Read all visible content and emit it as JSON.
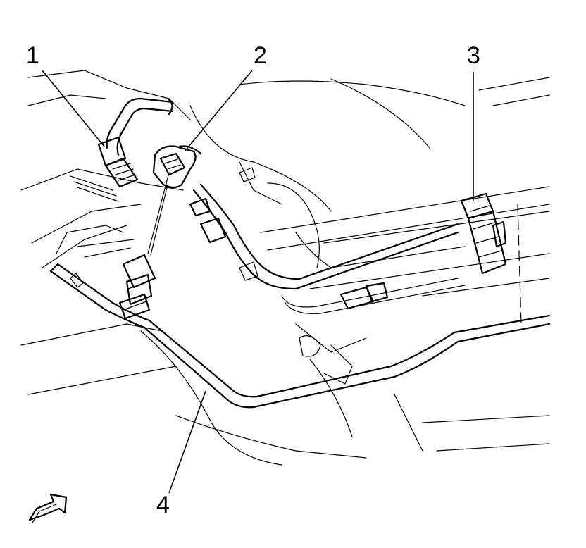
{
  "callouts": [
    {
      "id": "1",
      "label": "1"
    },
    {
      "id": "2",
      "label": "2"
    },
    {
      "id": "3",
      "label": "3"
    },
    {
      "id": "4",
      "label": "4"
    }
  ],
  "colors": {
    "ink": "#000000",
    "paper": "#ffffff"
  },
  "icons": {
    "direction": "arrow-icon"
  }
}
